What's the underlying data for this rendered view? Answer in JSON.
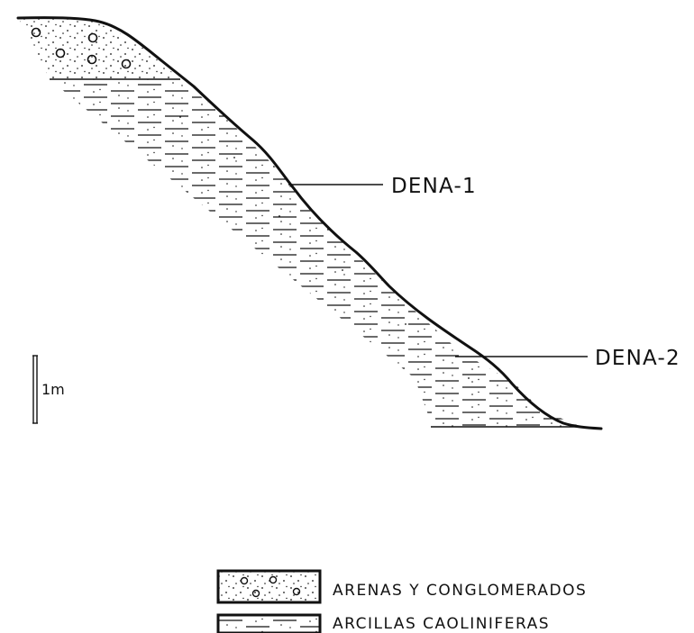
{
  "samples": [
    {
      "id": "dena-1",
      "label": "DENA-1"
    },
    {
      "id": "dena-2",
      "label": "DENA-2"
    }
  ],
  "scale_bar": {
    "label": "1m"
  },
  "legend": [
    {
      "pattern": "sand-conglomerate",
      "label": "ARENAS Y CONGLOMERADOS"
    },
    {
      "pattern": "kaolinitic-clay",
      "label": "ARCILLAS CAOLINIFERAS"
    }
  ],
  "colors": {
    "ink": "#111111",
    "background": "#ffffff"
  }
}
